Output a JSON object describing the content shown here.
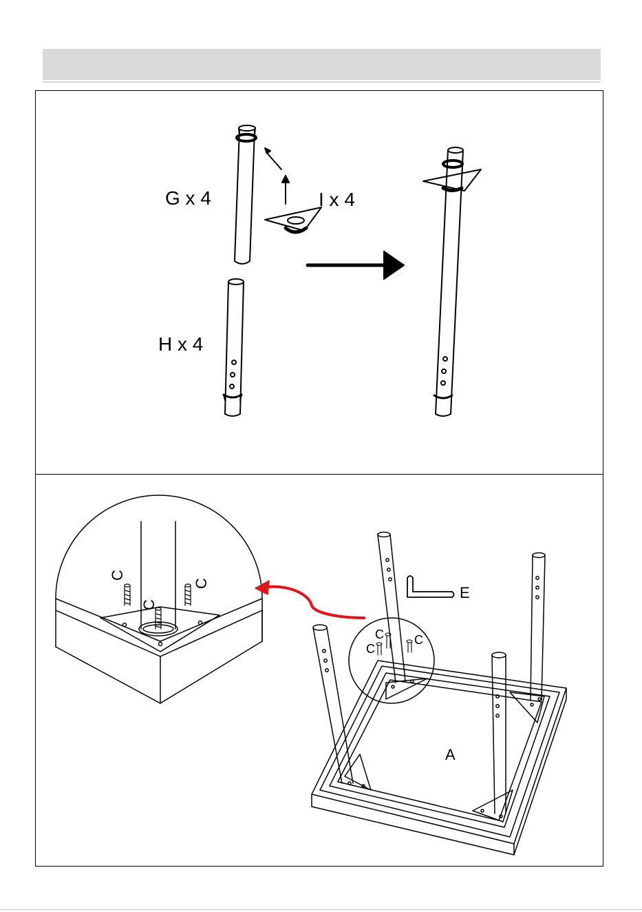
{
  "step1": {
    "label_g": "G x 4",
    "label_i": "I x 4",
    "label_h": "H x 4"
  },
  "step2": {
    "label_e": "E",
    "label_a": "A",
    "label_c": "C"
  },
  "colors": {
    "callout_arrow": "#e0151b",
    "header_band": "#d9d9d9"
  }
}
